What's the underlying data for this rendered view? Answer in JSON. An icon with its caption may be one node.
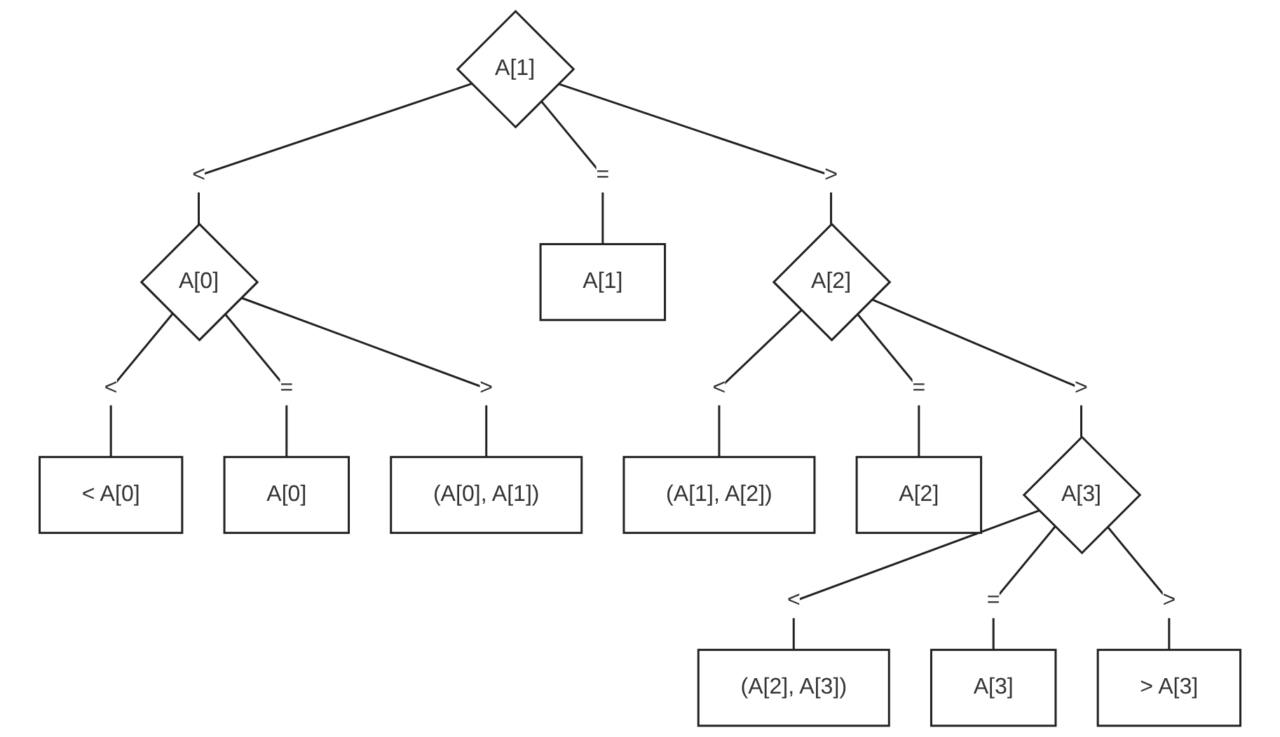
{
  "diagram": {
    "nodes": [
      {
        "text": [
          "A[1]"
        ]
      },
      {
        "text": [
          "A[0]"
        ]
      },
      {
        "text": [
          "A[1]"
        ]
      },
      {
        "text": [
          "A[2]"
        ]
      },
      {
        "text": [
          "< A[0]"
        ]
      },
      {
        "text": [
          "A[0]"
        ]
      },
      {
        "text": [
          "(A[0], A[1])"
        ]
      },
      {
        "text": [
          "(A[1], A[2])"
        ]
      },
      {
        "text": [
          "A[2]"
        ]
      },
      {
        "text": [
          "A[3]"
        ]
      },
      {
        "text": [
          "(A[2], A[3])"
        ]
      },
      {
        "text": [
          "A[3]"
        ]
      },
      {
        "text": [
          "> A[3]"
        ]
      }
    ],
    "edges": [
      {
        "from": 0,
        "to": 1,
        "arrow": "none",
        "label": "<"
      },
      {
        "from": 0,
        "to": 2,
        "arrow": "none",
        "label": "="
      },
      {
        "from": 0,
        "to": 3,
        "arrow": "none",
        "label": ">"
      },
      {
        "from": 1,
        "to": 4,
        "arrow": "none",
        "label": "<"
      },
      {
        "from": 1,
        "to": 5,
        "arrow": "none",
        "label": "="
      },
      {
        "from": 1,
        "to": 6,
        "arrow": "none",
        "label": ">"
      },
      {
        "from": 3,
        "to": 7,
        "arrow": "none",
        "label": "<"
      },
      {
        "from": 3,
        "to": 8,
        "arrow": "none",
        "label": "="
      },
      {
        "from": 3,
        "to": 9,
        "arrow": "none",
        "label": ">"
      },
      {
        "from": 9,
        "to": 10,
        "arrow": "none",
        "label": "<"
      },
      {
        "from": 9,
        "to": 11,
        "arrow": "none",
        "label": "="
      },
      {
        "from": 9,
        "to": 12,
        "arrow": "none",
        "label": ">"
      }
    ]
  }
}
